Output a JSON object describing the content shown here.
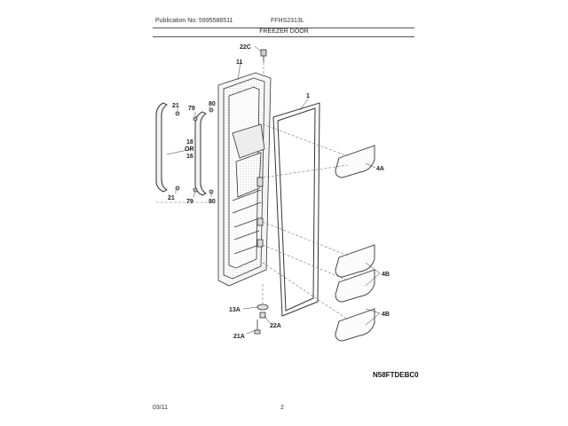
{
  "header": {
    "publication": "Publication No: 5995586511",
    "model": "FFHS2313L"
  },
  "section_title": "FREEZER DOOR",
  "diagram_code": "N58FTDEBC0",
  "footer": {
    "date": "03/11",
    "page": "2"
  },
  "part_labels": {
    "p22c": "22C",
    "p11": "11",
    "p1": "1",
    "p21_top": "21",
    "p79_top": "79",
    "p80_top": "80",
    "p18": "18",
    "p_or": "OR",
    "p16": "16",
    "p21_bottom": "21",
    "p79_bottom": "79",
    "p80_bottom": "80",
    "p4a": "4A",
    "p4b_top": "4B",
    "p4b_bottom": "4B",
    "p13a": "13A",
    "p22a": "22A",
    "p21a": "21A"
  }
}
